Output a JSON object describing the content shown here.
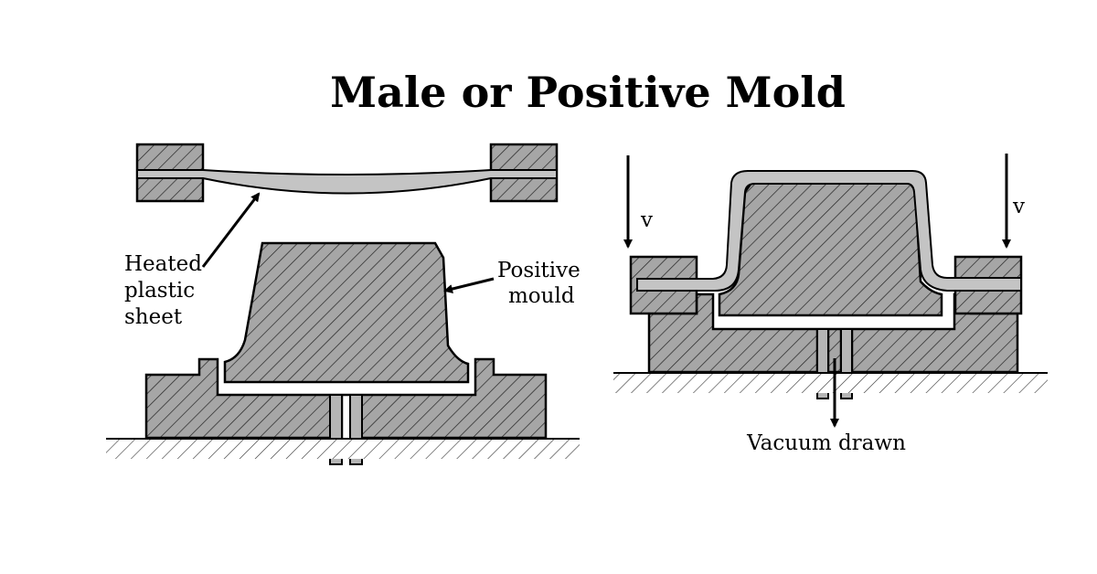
{
  "title": "Male or Positive Mold",
  "labels": {
    "heated_plastic_sheet": [
      "Heated",
      "plastic",
      "sheet"
    ],
    "positive_mould": [
      "Positive",
      "mould"
    ],
    "velocity_left": "v",
    "velocity_right": "v",
    "vacuum_drawn": "Vacuum drawn"
  },
  "colors": {
    "hatch_fill": "#a6a6a6",
    "plastic_sheet": "#c4c4c4",
    "outline": "#000000",
    "background": "#ffffff"
  }
}
